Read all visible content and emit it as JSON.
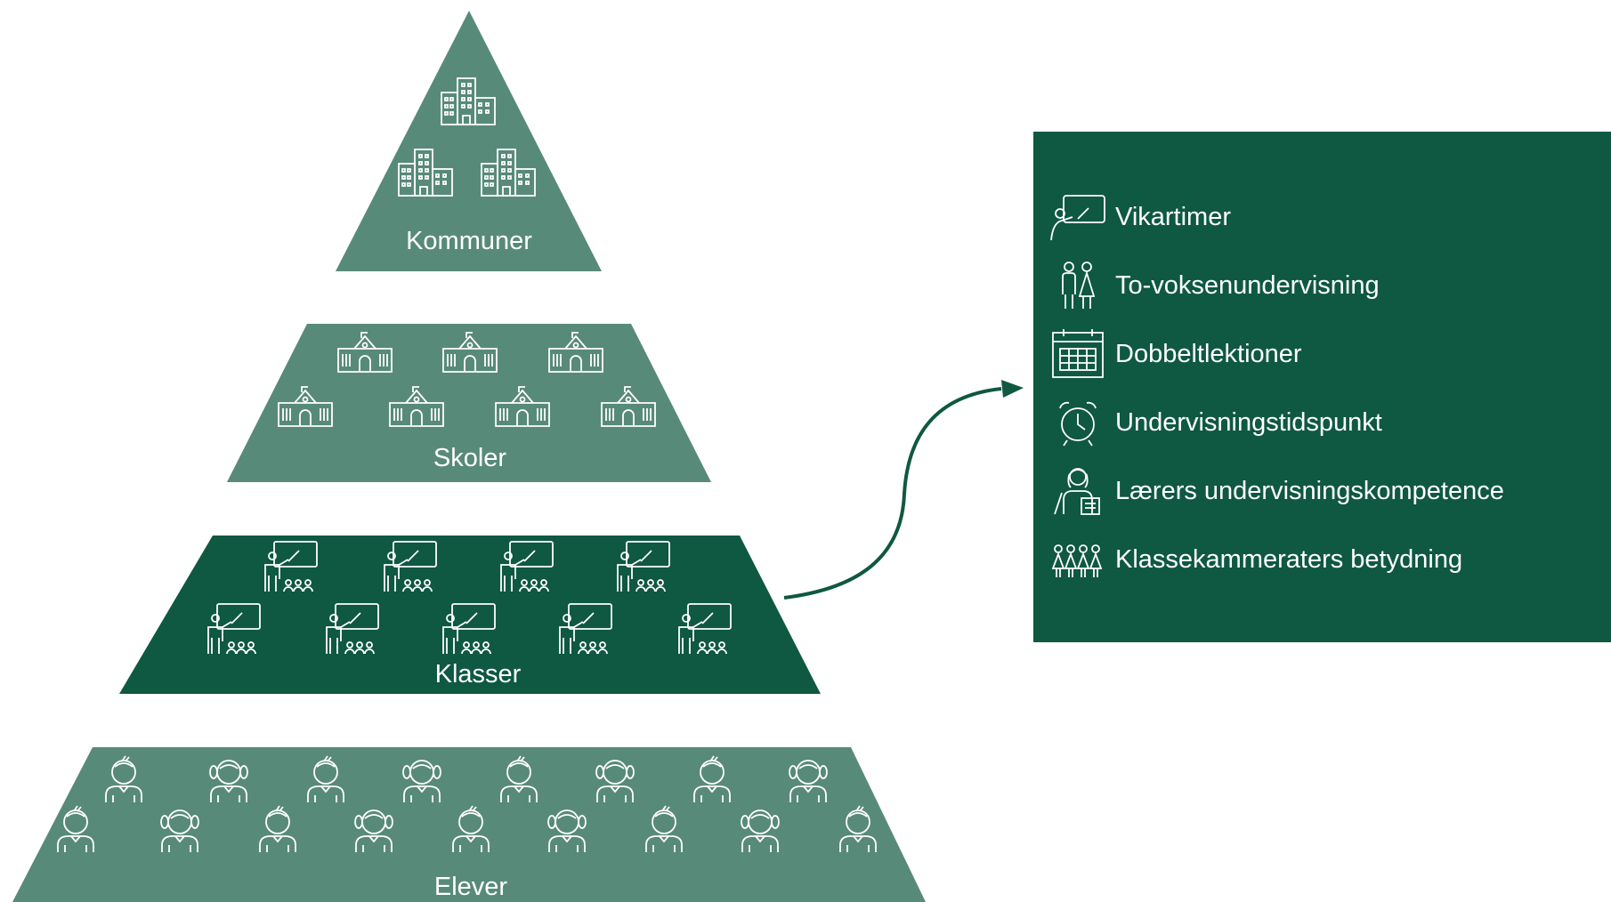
{
  "levels": [
    {
      "label": "Kommuner",
      "icon": "city-buildings-icon",
      "fill": "#588a79",
      "highlighted": false
    },
    {
      "label": "Skoler",
      "icon": "school-building-icon",
      "fill": "#588a79",
      "highlighted": false
    },
    {
      "label": "Klasser",
      "icon": "teacher-class-icon",
      "fill": "#0f5842",
      "highlighted": true
    },
    {
      "label": "Elever",
      "icon": "student-boy-girl-icon",
      "fill": "#588a79",
      "highlighted": false
    }
  ],
  "factors": [
    {
      "label": "Vikartimer",
      "icon": "teacher-whiteboard-icon"
    },
    {
      "label": "To-voksenundervisning",
      "icon": "two-adults-icon"
    },
    {
      "label": "Dobbeltlektioner",
      "icon": "calendar-icon"
    },
    {
      "label": "Undervisningstidspunkt",
      "icon": "alarm-clock-icon"
    },
    {
      "label": "Lærers undervisningskompetence",
      "icon": "teacher-with-book-icon"
    },
    {
      "label": "Klassekammeraters betydning",
      "icon": "classmates-group-icon"
    }
  ],
  "colors": {
    "light_green": "#588a79",
    "dark_green": "#0f5842",
    "line": "#ffffff"
  }
}
